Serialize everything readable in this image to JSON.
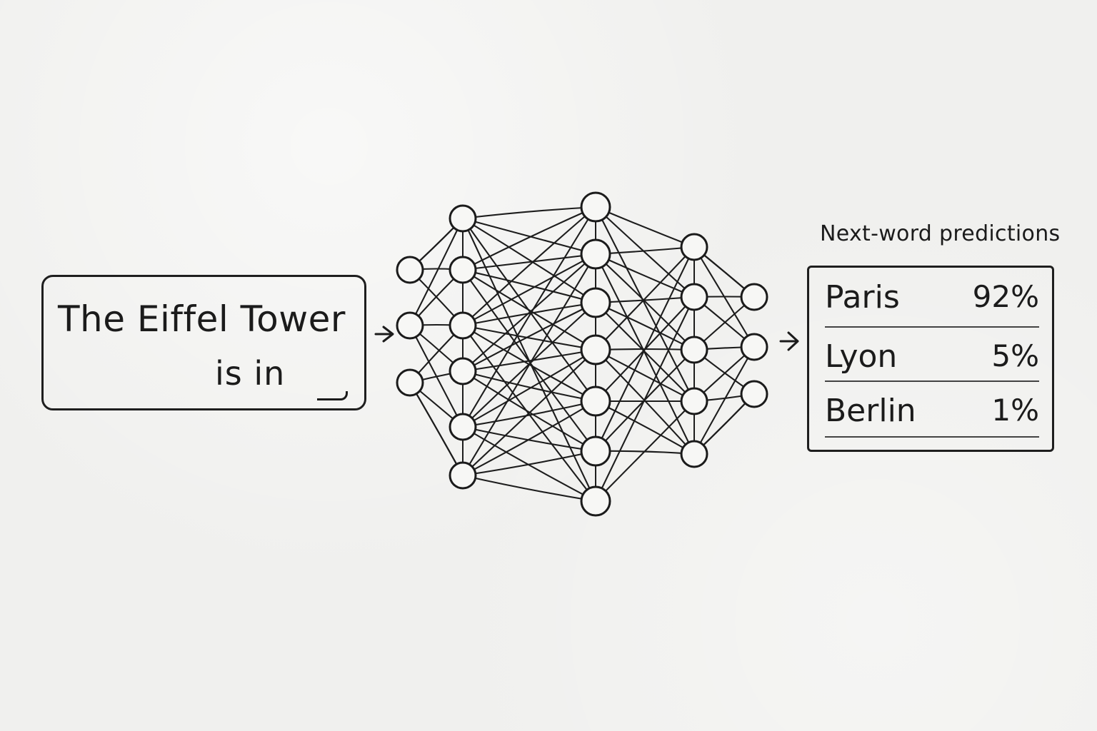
{
  "input": {
    "line1": "The Eiffel Tower",
    "line2": "is in"
  },
  "output": {
    "title": "Next-word predictions",
    "predictions": [
      {
        "word": "Paris",
        "value": "92%"
      },
      {
        "word": "Lyon",
        "value": "5%"
      },
      {
        "word": "Berlin",
        "value": "1%"
      }
    ]
  }
}
